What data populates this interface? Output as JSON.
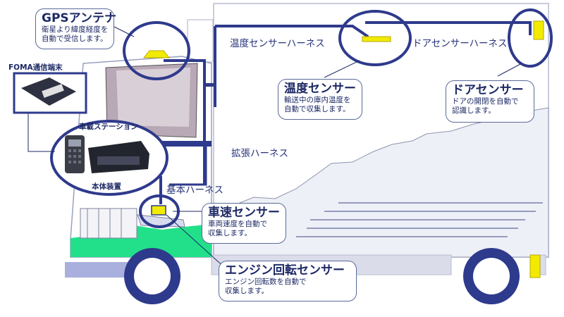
{
  "callouts": {
    "gps": {
      "title": "GPSアンテナ",
      "desc1": "衛星より緯度経度を",
      "desc2": "自動で受信します。"
    },
    "temp_sensor": {
      "title": "温度センサー",
      "desc1": "輸送中の庫内温度を",
      "desc2": "自動で収集します。"
    },
    "door_sensor": {
      "title": "ドアセンサー",
      "desc1": "ドアの開閉を自動で",
      "desc2": "認識します。"
    },
    "speed_sensor": {
      "title": "車速センサー",
      "desc1": "車両速度を自動で",
      "desc2": "収集します。"
    },
    "engine_sensor": {
      "title": "エンジン回転センサー",
      "desc1": "エンジン回転数を自動で",
      "desc2": "収集します。"
    }
  },
  "harness_labels": {
    "temp": "温度センサーハーネス",
    "door": "ドアセンサーハーネス",
    "extension": "拡張ハーネス",
    "basic": "基本ハーネス"
  },
  "devices": {
    "foma": "FOMA通信端末",
    "station": "車載ステーション",
    "main_unit": "本体装置"
  },
  "colors": {
    "harness": "#2e3a8c",
    "sensor_yellow": "#f2ea00",
    "ground_green": "#22e08a",
    "truck_outline": "#9aa0c0",
    "bumper": "#a9b0dd",
    "wheel": "#2e3a8c"
  }
}
